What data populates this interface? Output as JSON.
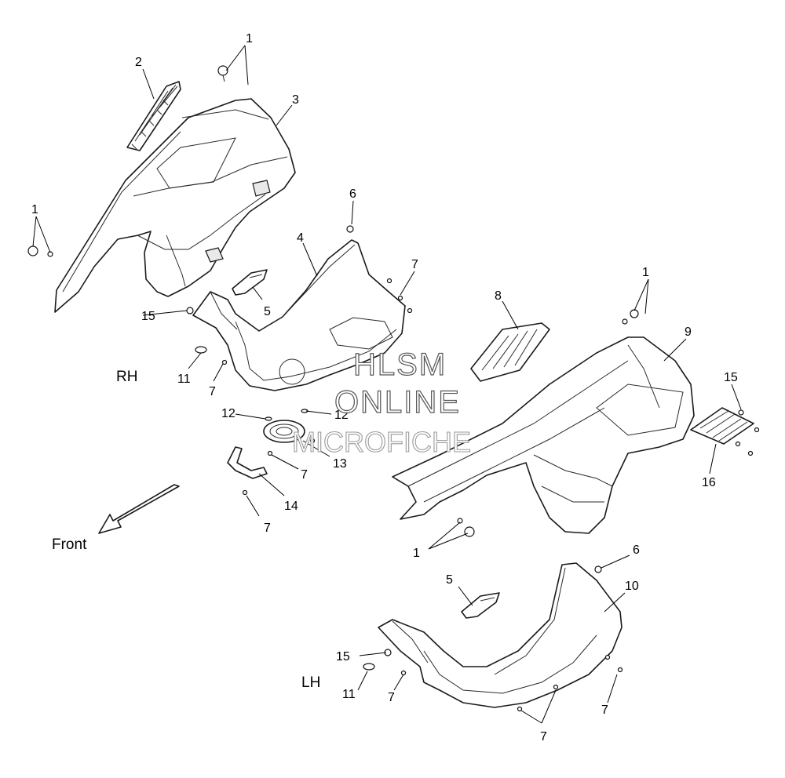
{
  "side_labels": {
    "rh": "RH",
    "lh": "LH"
  },
  "direction_label": "Front",
  "watermark": {
    "line1": "HLSM",
    "line2": "ONLINE",
    "line3": "MICROFICHE"
  },
  "callouts": {
    "c1a": "1",
    "c1b": "1",
    "c1c": "1",
    "c1d": "1",
    "c2": "2",
    "c3": "3",
    "c4": "4",
    "c5a": "5",
    "c5b": "5",
    "c6a": "6",
    "c6b": "6",
    "c7a": "7",
    "c7b": "7",
    "c7c": "7",
    "c7d": "7",
    "c7e": "7",
    "c7f": "7",
    "c7g": "7",
    "c8": "8",
    "c9": "9",
    "c10": "10",
    "c11a": "11",
    "c11b": "11",
    "c12a": "12",
    "c12b": "12",
    "c13": "13",
    "c14": "14",
    "c15a": "15",
    "c15b": "15",
    "c15c": "15",
    "c16": "16"
  }
}
